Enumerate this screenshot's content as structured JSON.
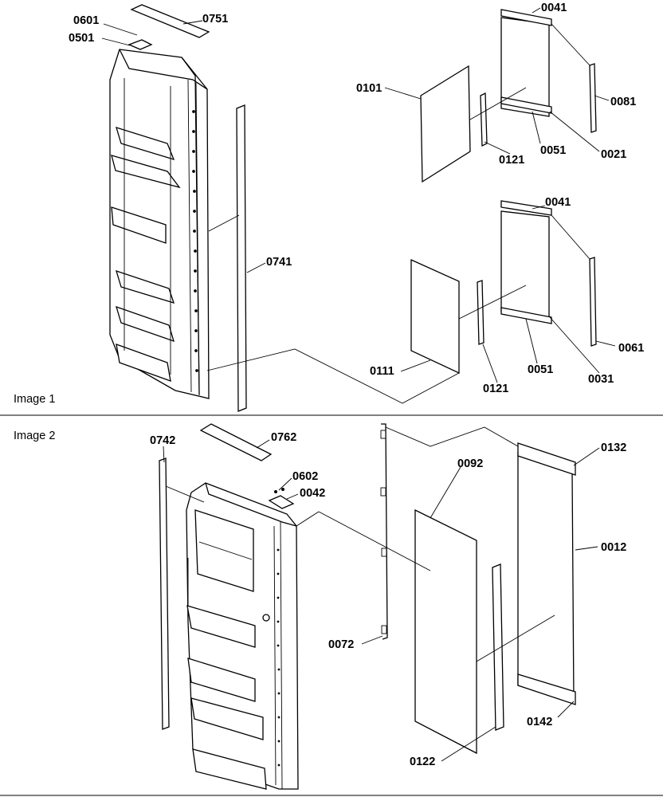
{
  "figure": {
    "panel1": {
      "caption": "Image 1"
    },
    "panel2": {
      "caption": "Image 2"
    }
  },
  "labels": {
    "p0601": "0601",
    "p0501": "0501",
    "p0751": "0751",
    "p0741": "0741",
    "p0041a": "0041",
    "p0101": "0101",
    "p0081": "0081",
    "p0121a": "0121",
    "p0051a": "0051",
    "p0021": "0021",
    "p0041b": "0041",
    "p0111": "0111",
    "p0121b": "0121",
    "p0051b": "0051",
    "p0031": "0031",
    "p0061": "0061",
    "p0742": "0742",
    "p0762": "0762",
    "p0602": "0602",
    "p0042": "0042",
    "p0092": "0092",
    "p0132": "0132",
    "p0012": "0012",
    "p0072": "0072",
    "p0142": "0142",
    "p0122": "0122"
  }
}
